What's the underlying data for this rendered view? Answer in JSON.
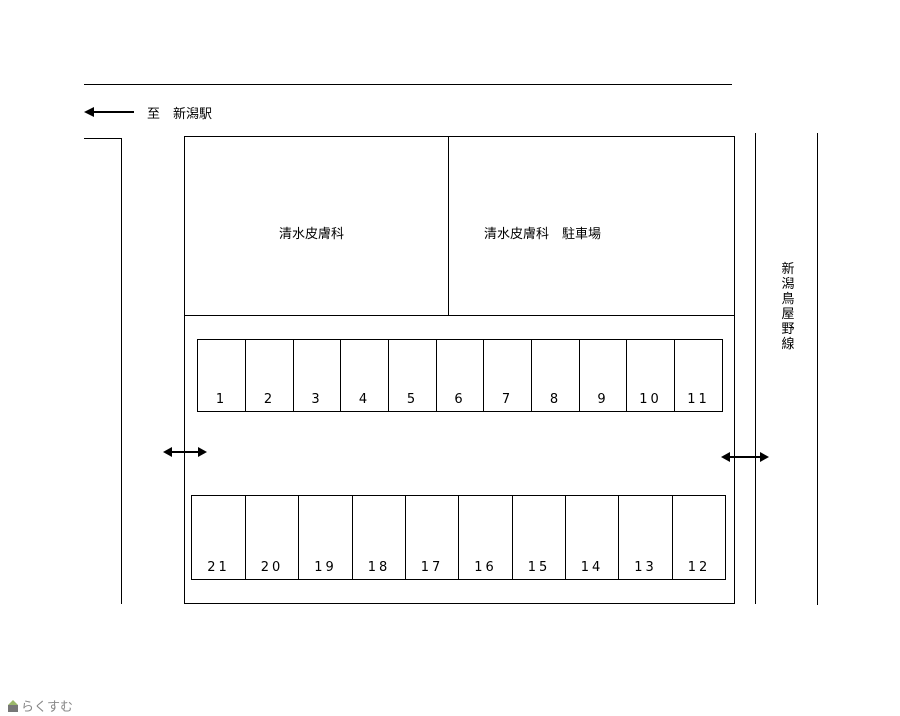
{
  "direction_label": "至　新潟駅",
  "clinic_label": "清水皮膚科",
  "clinic_parking_label": "清水皮膚科　駐車場",
  "road_label": "新潟鳥屋野線",
  "top_row_slots": [
    "1",
    "2",
    "3",
    "4",
    "5",
    "6",
    "7",
    "8",
    "9",
    "10",
    "11"
  ],
  "bottom_row_slots": [
    "21",
    "20",
    "19",
    "18",
    "17",
    "16",
    "15",
    "14",
    "13",
    "12"
  ],
  "watermark": "らくすむ"
}
